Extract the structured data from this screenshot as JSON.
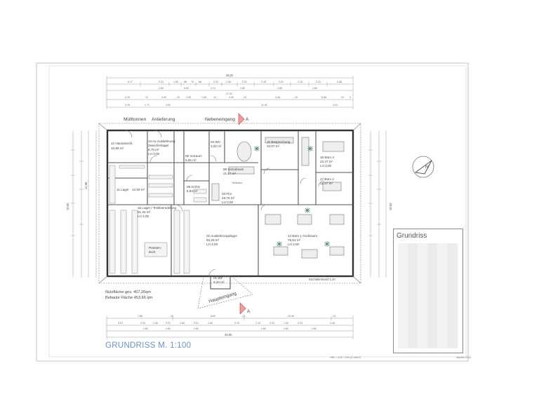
{
  "plan": {
    "title": "GRUNDRISS  M. 1:100",
    "scale_note": "H/B = 420 / 594 (0.25m²)",
    "stamp_note": "Allplan 2011",
    "legend_title": "Grundriss",
    "area_use": "Nutzfläche ges.  407,26qm",
    "area_built": "Bebaute Fläche 453,66 qm",
    "labels_outside": {
      "muelltonnen": "Mülltonnen",
      "anlieferung": "Anlieferung",
      "nebeneingang": "Nebeneingang",
      "haupteingang": "Haupteingang",
      "section_a": "A",
      "dachuberstand": "Dachüberstand 1,20",
      "north": "N"
    },
    "rooms": [
      {
        "id": "r12",
        "name": "12 Hausanschl.",
        "area": "10,88 m²"
      },
      {
        "id": "r13",
        "name": "13 Ax-Auslieferung",
        "sub": "Zwischenlager",
        "area": "6,75 m²",
        "extra": "LH 3,00"
      },
      {
        "id": "r05",
        "name": "05 Vorraum",
        "area": "5,86 m²"
      },
      {
        "id": "r04",
        "name": "04 WC",
        "area": "3,02 m²"
      },
      {
        "id": "r10",
        "name": "10 Besprechung",
        "area": "23,07 m²"
      },
      {
        "id": "r16",
        "name": "16 Büro 4",
        "area": "23,47 m²",
        "extra": "LH 3,00"
      },
      {
        "id": "r08",
        "name": "08 Sozialraum",
        "area": "21,17 m²"
      },
      {
        "id": "r17",
        "name": "17 Büro 2",
        "area": "12,67 m²"
      },
      {
        "id": "r11",
        "name": "11 Lager",
        "area": "14,59 m²"
      },
      {
        "id": "r09",
        "name": "09 Archiv",
        "area": "6,84 m²"
      },
      {
        "id": "r03",
        "name": "03 Flur",
        "area": "29,75 m²",
        "extra": "LH 3,00"
      },
      {
        "id": "r15",
        "name": "15 Lager / Textilveredelung",
        "area": "61,32 m²",
        "extra": "LH 3,00"
      },
      {
        "id": "r02",
        "name": "02 Auslieferungslager",
        "area": "93,28 m²",
        "extra": "LH 3,00"
      },
      {
        "id": "r14",
        "name": "14 Büro 1 Großraum",
        "area": "78,61 m²",
        "extra": "LH 3,00"
      },
      {
        "id": "r01",
        "name": "01 WF",
        "area": "5,20 m²"
      },
      {
        "id": "rpresse",
        "name": "Pressen-",
        "sub": "tisch"
      },
      {
        "id": "rteekueche",
        "name": "Teeküche"
      }
    ],
    "dims": {
      "top_total": "28,02",
      "top_row1": [
        "5.17",
        "2.01",
        "1.50",
        "88",
        "75",
        "88",
        "2.01",
        "1.50",
        "2.01",
        "2.15",
        "2.01",
        "2.15",
        "2.01",
        "2.58"
      ],
      "top_row2": [
        "2.50",
        "5.81",
        "2.13",
        "1.80",
        "1.80",
        "1.80"
      ],
      "top_row3": [
        "27.32"
      ],
      "top_row4": [
        "3.76",
        "13",
        "4.09",
        "13",
        "1.40",
        "1.40",
        "13",
        "4.09",
        "13",
        "4.38",
        "13",
        "5.86",
        "13",
        "3"
      ],
      "top_row5": [
        "3.76",
        "1.71",
        "3.00",
        "11.92",
        "4.01"
      ],
      "bottom_row1": [
        "7.88",
        "13",
        "8.62",
        "13",
        "10.46",
        "13"
      ],
      "bottom_row2": [
        "3.27",
        "2.01",
        "1.50",
        "2.01",
        "1.50",
        "2.01",
        "1.50",
        "3.76",
        "1.10",
        "2.01",
        "1.50",
        "2.01",
        "2.48"
      ],
      "bottom_row3": [
        "1.80",
        "1.80",
        "1.80",
        "1.80",
        "1.80",
        "1.80"
      ],
      "bottom_total": "28,05",
      "left_total": "18,50",
      "left_mid": "12,98",
      "right_total": "18,50"
    }
  }
}
